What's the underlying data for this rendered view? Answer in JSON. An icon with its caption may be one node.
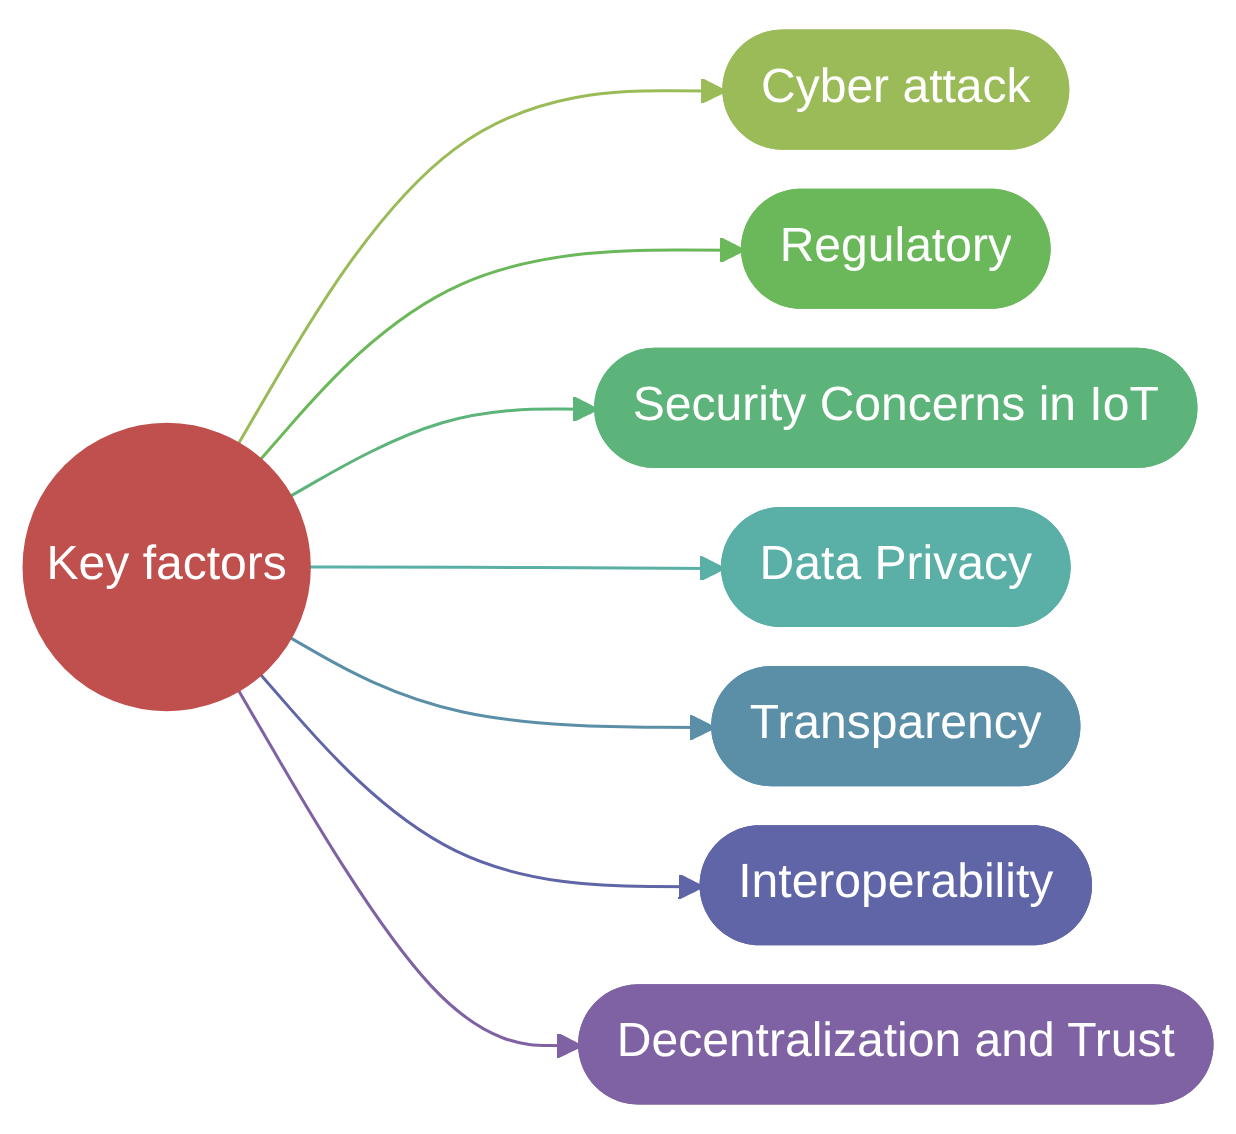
{
  "diagram": {
    "nodes": [
      {
        "text": [
          "Key factors"
        ]
      },
      {
        "text": [
          "Cyber attack"
        ]
      },
      {
        "text": [
          "Regulatory"
        ]
      },
      {
        "text": [
          "Security Concerns in IoT"
        ]
      },
      {
        "text": [
          "Data Privacy"
        ]
      },
      {
        "text": [
          "Transparency"
        ]
      },
      {
        "text": [
          "Interoperability"
        ]
      },
      {
        "text": [
          "Decentralization and Trust"
        ]
      }
    ],
    "edges": [
      {
        "from": 0,
        "to": 1,
        "arrow": "to",
        "color": "#9bbb59"
      },
      {
        "from": 0,
        "to": 2,
        "arrow": "to",
        "color": "#6ab85a"
      },
      {
        "from": 0,
        "to": 3,
        "arrow": "to",
        "color": "#5db47a"
      },
      {
        "from": 0,
        "to": 4,
        "arrow": "to",
        "color": "#5aafa6"
      },
      {
        "from": 0,
        "to": 5,
        "arrow": "to",
        "color": "#5b8fa8"
      },
      {
        "from": 0,
        "to": 6,
        "arrow": "to",
        "color": "#5f65a6"
      },
      {
        "from": 0,
        "to": 7,
        "arrow": "to",
        "color": "#7f62a3"
      }
    ]
  }
}
